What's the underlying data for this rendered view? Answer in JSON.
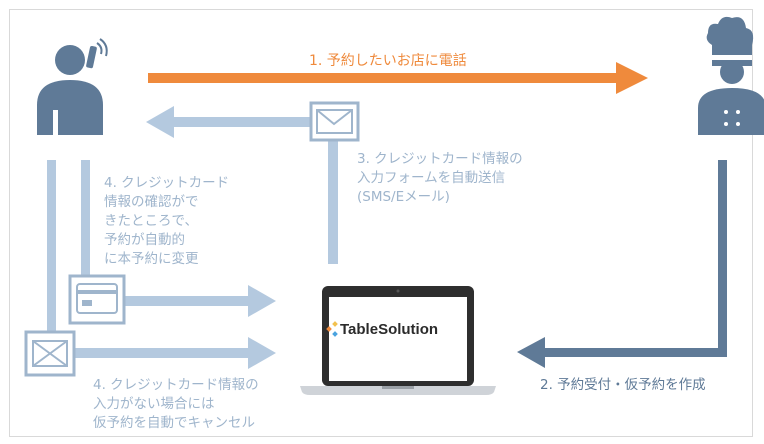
{
  "colors": {
    "orange": "#ef8a3c",
    "light_blue": "#b4c9df",
    "dark_blue": "#5f7a97",
    "text_light": "#9fb5cc"
  },
  "icons": [
    "phone-caller-icon",
    "chef-icon",
    "envelope-icon",
    "credit-card-icon",
    "envelope-x-icon",
    "laptop-icon"
  ],
  "steps": {
    "step1": "1. 予約したいお店に電話",
    "step2": "2. 予約受付・仮予約を作成",
    "step3": "3. クレジットカード情報の\n入力フォームを自動送信\n(SMS/Eメール)",
    "step4_confirmed": "4. クレジットカード\n情報の確認がで\nきたところで、\n予約が自動的\nに本予約に変更",
    "step4_cancel": "4. クレジットカード情報の\n入力がない場合には\n仮予約を自動でキャンセル"
  },
  "laptop": {
    "brand": "TableSolution"
  }
}
